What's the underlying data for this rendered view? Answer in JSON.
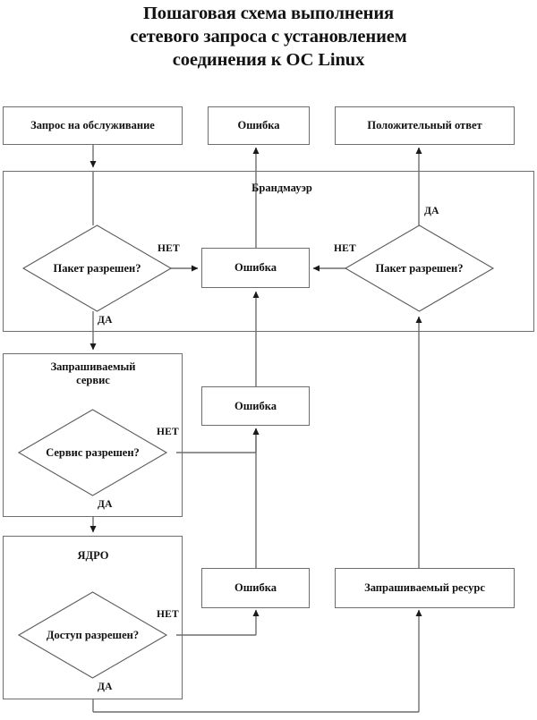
{
  "title": {
    "lines": [
      "Пошаговая схема выполнения",
      "сетевого запроса с установлением",
      "соединения к ОС Linux"
    ]
  },
  "diagram": {
    "type": "flowchart",
    "nodes": [
      {
        "id": "request",
        "kind": "process",
        "label": "Запрос на обслуживание"
      },
      {
        "id": "error_top",
        "kind": "process",
        "label": "Ошибка"
      },
      {
        "id": "positive",
        "kind": "process",
        "label": "Положительный ответ"
      },
      {
        "id": "firewall",
        "kind": "container",
        "label": "Брандмауэр"
      },
      {
        "id": "fw_in_check",
        "kind": "decision",
        "label": "Пакет разрешен?"
      },
      {
        "id": "fw_error",
        "kind": "process",
        "label": "Ошибка"
      },
      {
        "id": "fw_out_check",
        "kind": "decision",
        "label": "Пакет разрешен?"
      },
      {
        "id": "service",
        "kind": "container",
        "label": "Запрашиваемый сервис"
      },
      {
        "id": "svc_check",
        "kind": "decision",
        "label": "Сервис разрешен?"
      },
      {
        "id": "svc_error",
        "kind": "process",
        "label": "Ошибка"
      },
      {
        "id": "kernel",
        "kind": "container",
        "label": "ЯДРО"
      },
      {
        "id": "kernel_check",
        "kind": "decision",
        "label": "Доступ разрешен?"
      },
      {
        "id": "kernel_error",
        "kind": "process",
        "label": "Ошибка"
      },
      {
        "id": "resource",
        "kind": "process",
        "label": "Запрашиваемый ресурс"
      }
    ],
    "edge_labels": {
      "fw_in_no": "НЕТ",
      "fw_in_yes": "ДА",
      "fw_out_no": "НЕТ",
      "fw_out_yes": "ДА",
      "svc_no": "НЕТ",
      "svc_yes": "ДА",
      "kernel_no": "НЕТ",
      "kernel_yes": "ДА"
    },
    "edges": [
      {
        "from": "request",
        "to": "fw_in_check",
        "label": ""
      },
      {
        "from": "fw_in_check",
        "to": "fw_error",
        "label": "НЕТ"
      },
      {
        "from": "fw_in_check",
        "to": "service",
        "label": "ДА"
      },
      {
        "from": "fw_error",
        "to": "error_top",
        "label": ""
      },
      {
        "from": "fw_out_check",
        "to": "fw_error",
        "label": "НЕТ"
      },
      {
        "from": "fw_out_check",
        "to": "positive",
        "label": "ДА"
      },
      {
        "from": "svc_check",
        "to": "svc_error",
        "label": "НЕТ"
      },
      {
        "from": "svc_check",
        "to": "kernel",
        "label": "ДА"
      },
      {
        "from": "svc_error",
        "to": "fw_error",
        "label": ""
      },
      {
        "from": "kernel_check",
        "to": "kernel_error",
        "label": "НЕТ"
      },
      {
        "from": "kernel_check",
        "to": "resource",
        "label": "ДА"
      },
      {
        "from": "kernel_error",
        "to": "svc_error",
        "label": ""
      },
      {
        "from": "resource",
        "to": "fw_out_check",
        "label": ""
      }
    ],
    "colors": {
      "stroke": "#6e6e6e",
      "arrow": "#1a1a1a",
      "text": "#111111",
      "background": "#ffffff"
    }
  }
}
